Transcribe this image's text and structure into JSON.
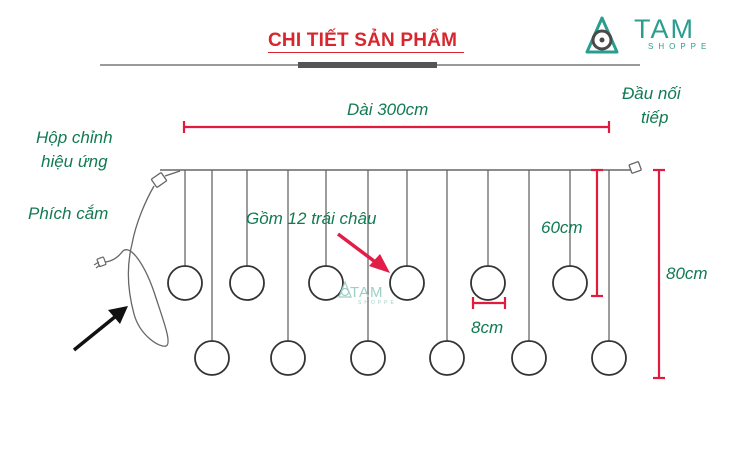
{
  "header": {
    "title": "CHI TIẾT SẢN PHẨM",
    "brand_name": "TAM",
    "brand_sub": "SHOPPE"
  },
  "labels": {
    "length": "Dài 300cm",
    "control_box_line1": "Hộp chỉnh",
    "control_box_line2": "hiệu ứng",
    "plug": "Phích cắm",
    "connector_line1": "Đầu nối",
    "connector_line2": "tiếp",
    "balls_count": "Gồm 12 trái châu",
    "short_drop": "60cm",
    "long_drop": "80cm",
    "spacing": "8cm"
  },
  "watermark": {
    "text": "TAM",
    "sub": "SHOPPE"
  },
  "colors": {
    "title_red": "#d7262e",
    "label_green": "#127a53",
    "dimension_red": "#e21b3c",
    "arrow_pink": "#e11d48",
    "brand_teal": "#2a9d8f",
    "wire_gray": "#666666"
  }
}
